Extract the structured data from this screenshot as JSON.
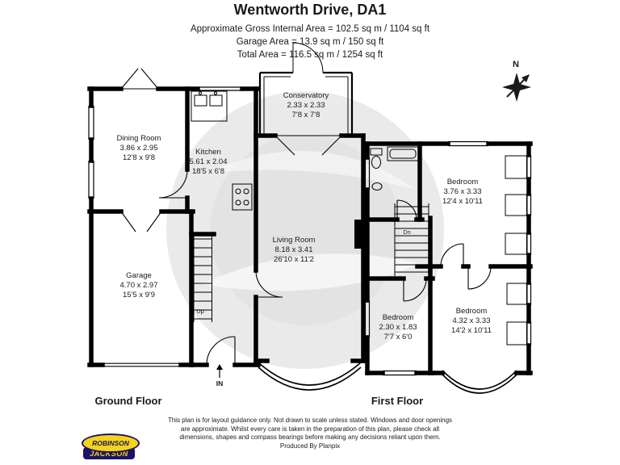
{
  "header": {
    "title": "Wentworth Drive, DA1",
    "area_lines": [
      "Approximate Gross Internal Area = 102.5 sq m / 1104 sq ft",
      "Garage Area = 13.9 sq m / 150 sq ft",
      "Total Area = 116.5 sq m / 1254 sq ft"
    ]
  },
  "compass": {
    "label": "N"
  },
  "floors": {
    "ground": {
      "label": "Ground Floor"
    },
    "first": {
      "label": "First Floor"
    }
  },
  "rooms": [
    {
      "name": "Dining Room",
      "metric": "3.86 x 2.95",
      "imperial": "12'8 x 9'8"
    },
    {
      "name": "Kitchen",
      "metric": "5.61 x 2.04",
      "imperial": "18'5 x 6'8"
    },
    {
      "name": "Conservatory",
      "metric": "2.33 x 2.33",
      "imperial": "7'8 x 7'8"
    },
    {
      "name": "Living Room",
      "metric": "8.18 x 3.41",
      "imperial": "26'10 x 11'2"
    },
    {
      "name": "Garage",
      "metric": "4.70 x 2.97",
      "imperial": "15'5 x 9'9"
    },
    {
      "name": "Bedroom",
      "metric": "3.76 x 3.33",
      "imperial": "12'4 x 10'11"
    },
    {
      "name": "Bedroom",
      "metric": "2.30 x 1.83",
      "imperial": "7'7 x 6'0"
    },
    {
      "name": "Bedroom",
      "metric": "4.32 x 3.33",
      "imperial": "14'2 x 10'11"
    }
  ],
  "annotations": {
    "up": "Up",
    "down": "Dn",
    "entrance": "IN"
  },
  "footer": {
    "disclaimer_lines": [
      "This plan is for layout guidance only. Not drawn to scale unless stated. Windows and door openings",
      "are approximate. Whilst every care is taken in the preparation of this plan, please check all",
      "dimensions, shapes and compass bearings before making any decisions reliant upon them."
    ],
    "produced_by": "Produced By Planpix"
  },
  "branding": {
    "line1": "ROBINSON",
    "line2": "JACKSON"
  },
  "colors": {
    "walls": "#000000",
    "watermark": "#d6d6d6",
    "brand_yellow": "#f5d31b",
    "brand_navy": "#1c1466"
  }
}
